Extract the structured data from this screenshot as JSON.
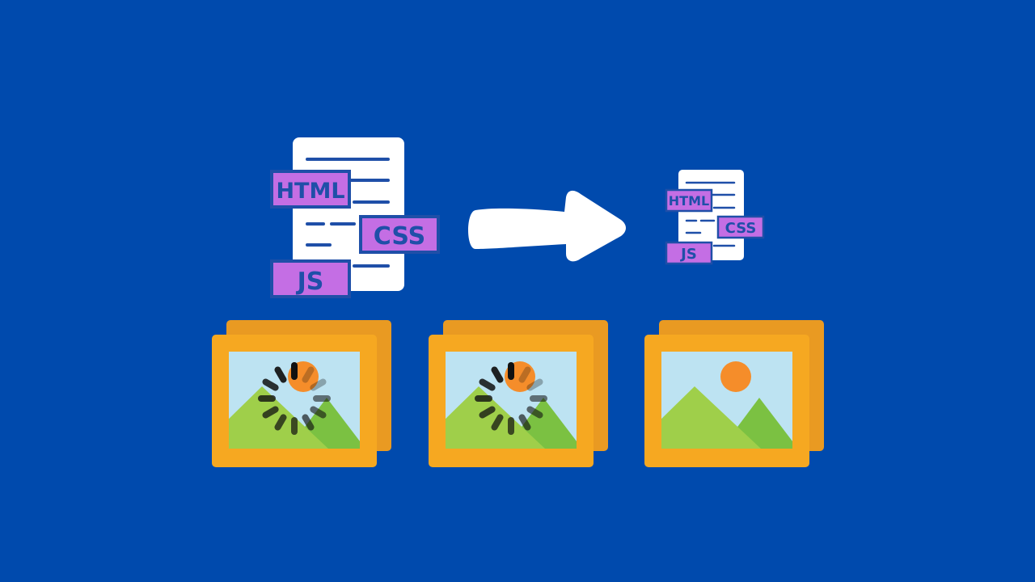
{
  "colors": {
    "background": "#004aad",
    "paper": "#ffffff",
    "paper_line": "#1f4fa8",
    "tag_fill": "#c46ee4",
    "tag_border": "#1f4fa8",
    "tag_text": "#1f4fa8",
    "frame_back": "#e99a22",
    "frame_front": "#f6a821",
    "sky": "#bde3f2",
    "sun": "#f58d2a",
    "hill_light": "#9fcf4a",
    "hill_dark": "#7bc142",
    "spinner": "#111111",
    "arrow": "#ffffff"
  },
  "source_doc": {
    "icon": "code-document-icon",
    "tags": [
      "HTML",
      "CSS",
      "JS"
    ]
  },
  "arrow": {
    "icon": "right-arrow-icon"
  },
  "minified_doc": {
    "icon": "code-document-icon",
    "tags": [
      "HTML",
      "CSS",
      "JS"
    ]
  },
  "images": [
    {
      "icon": "image-frame-icon",
      "state": "loading",
      "overlay_icon": "loading-spinner-icon"
    },
    {
      "icon": "image-frame-icon",
      "state": "loading",
      "overlay_icon": "loading-spinner-icon"
    },
    {
      "icon": "image-frame-icon",
      "state": "loaded"
    }
  ]
}
